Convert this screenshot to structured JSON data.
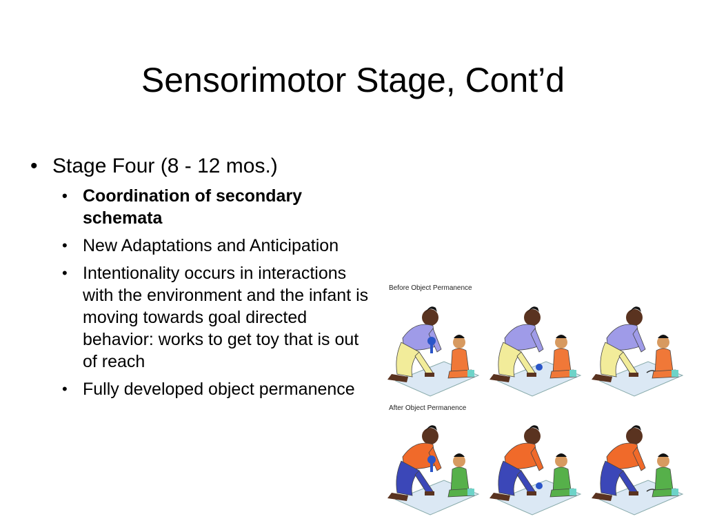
{
  "slide": {
    "title": "Sensorimotor Stage, Cont’d",
    "bullets": {
      "main": "Stage Four (8 - 12 mos.)",
      "subs": [
        {
          "text": "Coordination of secondary schemata",
          "bold": true
        },
        {
          "text": "New Adaptations and Anticipation",
          "bold": false
        },
        {
          "text": "Intentionality occurs in interactions with the environment and the infant is moving towards goal directed behavior: works to get toy that is out of reach",
          "bold": false
        },
        {
          "text": "Fully developed object permanence",
          "bold": false
        }
      ]
    }
  },
  "figure": {
    "caption_top": "Before Object Permanence",
    "caption_bottom": "After Object Permanence"
  },
  "colors": {
    "before_shirt": "#9f9be8",
    "before_pants": "#f2ec9a",
    "after_shirt": "#f06a2a",
    "after_pants": "#3b47b8",
    "baby_before": "#f07838",
    "baby_after": "#56b04a",
    "blanket": "#dbe8f4"
  }
}
